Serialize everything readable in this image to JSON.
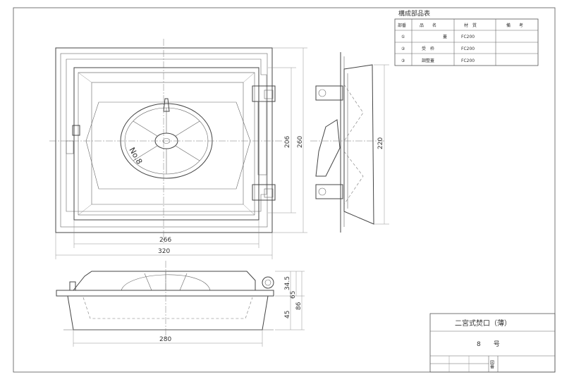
{
  "parts_table": {
    "title": "構成部品表",
    "headers": [
      "部番",
      "品　　名",
      "材　質",
      "備　　考"
    ],
    "rows": [
      {
        "no": "①",
        "name": "蓋",
        "material": "FC200",
        "note": ""
      },
      {
        "no": "②",
        "name": "受　枠",
        "material": "FC200",
        "note": ""
      },
      {
        "no": "③",
        "name": "調整蓋",
        "material": "FC200",
        "note": ""
      }
    ]
  },
  "title_block": {
    "title": "二宮式焚口（薄）",
    "size": "8　　号",
    "drawing_no_label": "図番"
  },
  "dimensions": {
    "plan_inner_width": "266",
    "plan_outer_width": "320",
    "plan_inner_height": "206",
    "plan_outer_height": "260",
    "side_height": "220",
    "elev_width": "280",
    "elev_top": "34.5",
    "elev_mid": "65",
    "elev_bottom": "45",
    "elev_total": "86"
  },
  "lid_marking": "No.8",
  "colors": {
    "line": "#444444",
    "paper": "#ffffff"
  }
}
